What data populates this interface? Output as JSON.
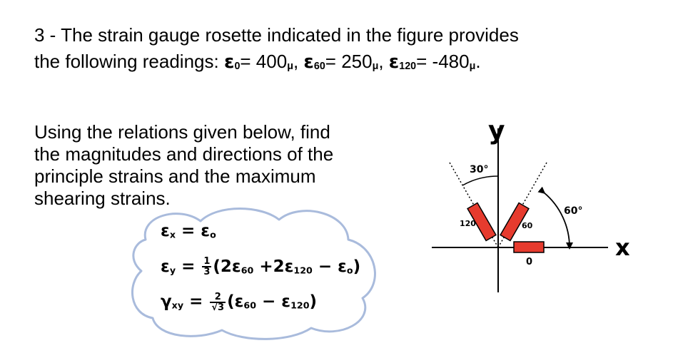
{
  "problem": {
    "line1": "3 - The strain gauge rosette indicated in the figure provides",
    "line2_prefix": "the following readings: ",
    "readings": [
      {
        "symbol": "ε",
        "sub": "0",
        "value": "= 400",
        "unit": "μ",
        "sep": ", "
      },
      {
        "symbol": "ε",
        "sub": "60",
        "value": "= 250",
        "unit": "μ",
        "sep": ", "
      },
      {
        "symbol": "ε",
        "sub": "120",
        "value": "= -480",
        "unit": "μ",
        "sep": "."
      }
    ]
  },
  "instruction": {
    "lines": [
      "Using the relations given below, find",
      "the magnitudes and directions of the",
      "principle strains and the maximum",
      "shearing strains."
    ]
  },
  "relations": {
    "row1": {
      "lhs": "ε",
      "lhs_sub": "x",
      "rhs": "= ε",
      "rhs_sub": "o"
    },
    "row2": {
      "lhs": "ε",
      "lhs_sub": "y",
      "eq": " = ",
      "frac_num": "1",
      "frac_den": "3",
      "body_open": "(2ε",
      "sub1": "60",
      "plus": " +2ε",
      "sub2": "120",
      "minus": " − ε",
      "sub3": "o",
      "close": ")"
    },
    "row3": {
      "lhs": "γ",
      "lhs_sub": "xy",
      "eq": " = ",
      "frac_num": "2",
      "frac_den": "√3",
      "body_open": "(ε",
      "sub1": "60",
      "minus": " − ε",
      "sub2": "120",
      "close": ")"
    }
  },
  "figure": {
    "axis_y": "y",
    "axis_x": "x",
    "angle_top": "30°",
    "angle_right": "60°",
    "gauge_labels": {
      "g120": "120",
      "g60": "60",
      "g0": "0"
    },
    "gauge_color": "#e63b2e",
    "cloud_color": "#a9bbdc"
  }
}
